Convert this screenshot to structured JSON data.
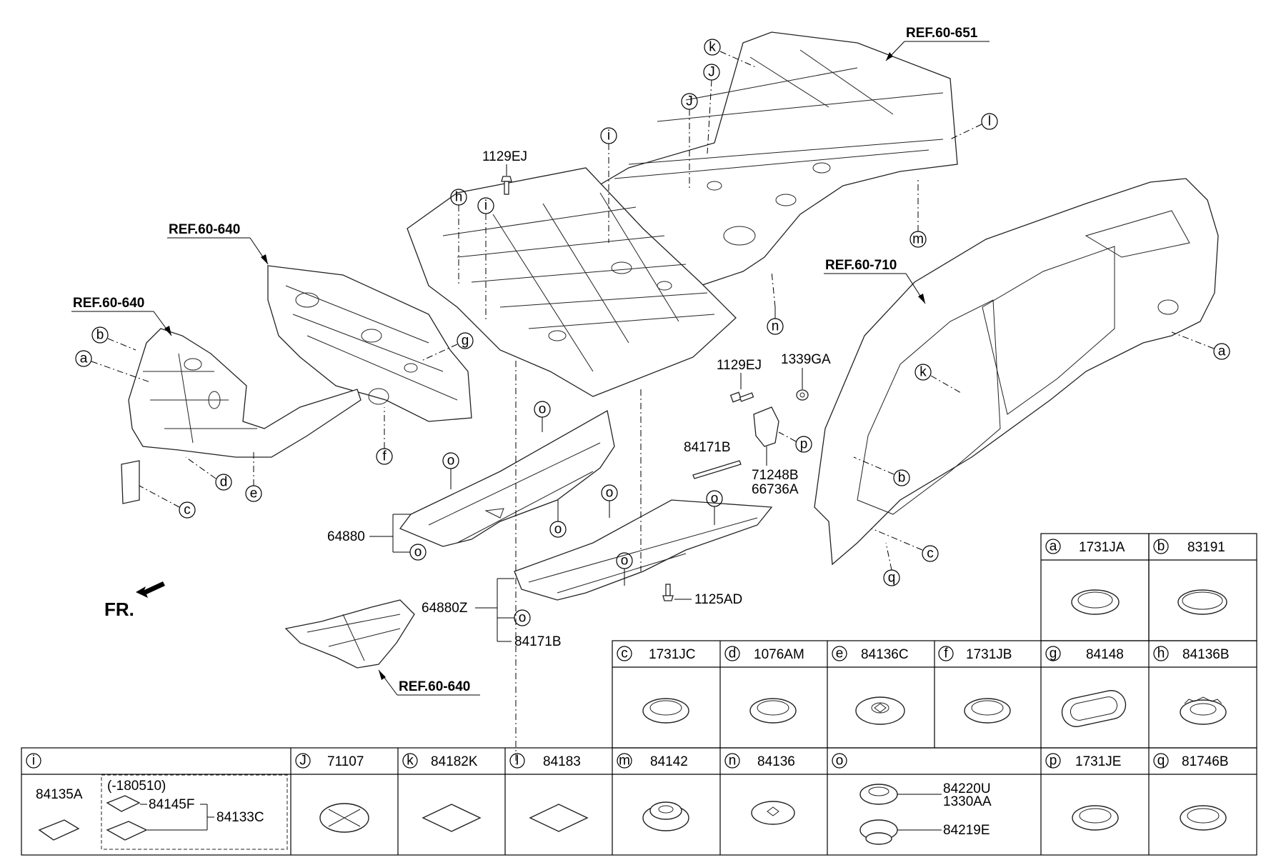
{
  "refs": {
    "ref_651": "REF.60-651",
    "ref_640_top": "REF.60-640",
    "ref_640_left": "REF.60-640",
    "ref_710": "REF.60-710",
    "ref_640_bottom": "REF.60-640"
  },
  "front_marker": "FR.",
  "callouts": {
    "a": "a",
    "b": "b",
    "c": "c",
    "d": "d",
    "e": "e",
    "f": "f",
    "g": "g",
    "h": "h",
    "i": "i",
    "J": "J",
    "k": "k",
    "l": "l",
    "m": "m",
    "n": "n",
    "o": "o",
    "p": "p",
    "q": "q"
  },
  "part_numbers": {
    "bolt_top": "1129EJ",
    "bolt_mid": "1129EJ",
    "nut": "1339GA",
    "bracket_1": "71248B",
    "bracket_2": "66736A",
    "strip": "84171B",
    "cover_front": "64880",
    "cover_rear": "64880Z",
    "cover_rear_pad": "84171B",
    "screw": "1125AD"
  },
  "table_row1": [
    {
      "key": "a",
      "part": "1731JA"
    },
    {
      "key": "b",
      "part": "83191"
    }
  ],
  "table_row2": [
    {
      "key": "c",
      "part": "1731JC"
    },
    {
      "key": "d",
      "part": "1076AM"
    },
    {
      "key": "e",
      "part": "84136C"
    },
    {
      "key": "f",
      "part": "1731JB"
    },
    {
      "key": "g",
      "part": "84148"
    },
    {
      "key": "h",
      "part": "84136B"
    }
  ],
  "table_row3": [
    {
      "key": "i",
      "part": ""
    },
    {
      "key": "J",
      "part": "71107"
    },
    {
      "key": "k",
      "part": "84182K"
    },
    {
      "key": "l",
      "part": "84183"
    },
    {
      "key": "m",
      "part": "84142"
    },
    {
      "key": "n",
      "part": "84136"
    },
    {
      "key": "o",
      "part": ""
    },
    {
      "key": "p",
      "part": "1731JE"
    },
    {
      "key": "q",
      "part": "81746B"
    }
  ],
  "cell_i": {
    "part_a": "84135A",
    "range": "(-180510)",
    "part_b": "84145F",
    "part_c": "84133C"
  },
  "cell_o": {
    "part_a1": "84220U",
    "part_a2": "1330AA",
    "part_b": "84219E"
  }
}
